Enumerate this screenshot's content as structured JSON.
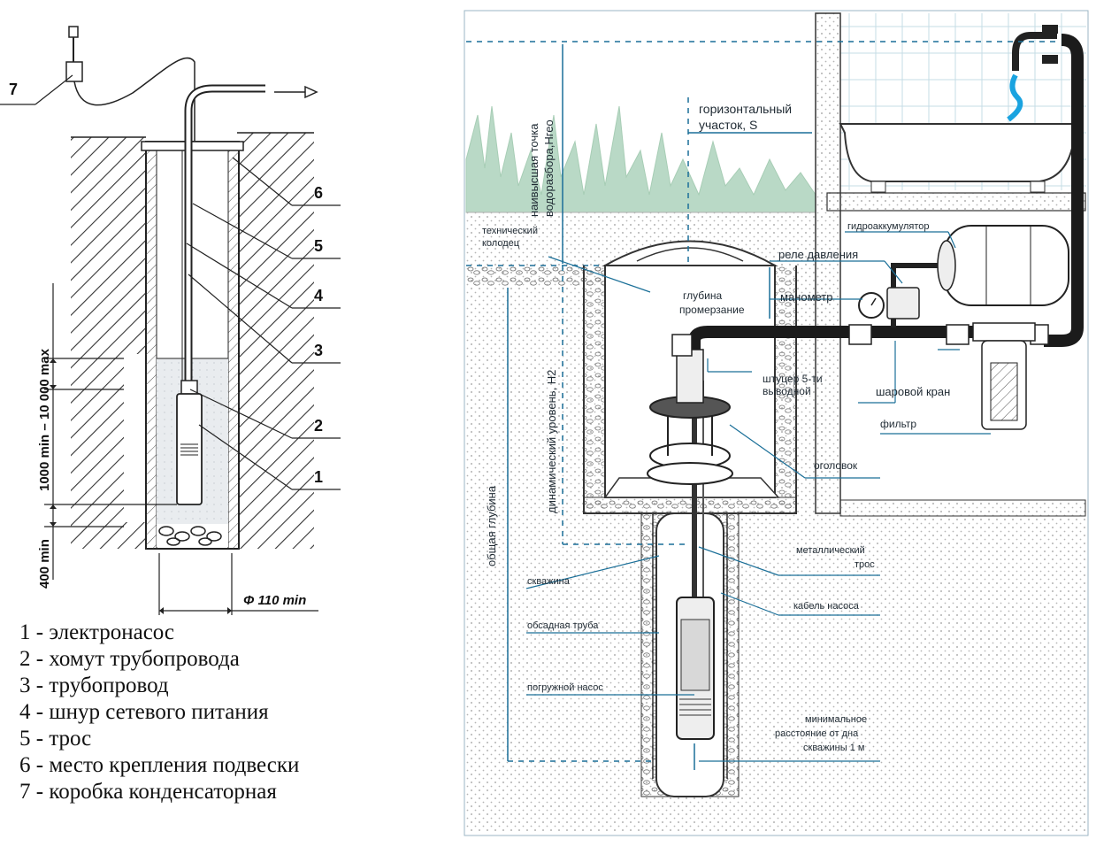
{
  "left": {
    "callouts": [
      "7",
      "6",
      "5",
      "4",
      "3",
      "2",
      "1"
    ],
    "dim_water_column": "1000 min – 10 000 max",
    "dim_bottom": "400 min",
    "dim_diameter": "Φ 110 min",
    "legend": [
      "1 - электронасос",
      "2 - хомут трубопровода",
      "3 - трубопровод",
      "4 - шнур сетевого питания",
      "5 - трос",
      "6 - место крепления подвески",
      "7 - коробка конденсаторная"
    ]
  },
  "right": {
    "labels": {
      "highest_point": "наивысшая точка",
      "highest_point_2": "водоразбора,Hгео",
      "horizontal": "горизонтальный",
      "horizontal_2": "участок, S",
      "tech_well": "технический",
      "tech_well_2": "колодец",
      "freeze": "глубина",
      "freeze_2": "промерзание",
      "accumulator": "гидроаккумулятор",
      "relay": "реле давления",
      "manometer": "манометр",
      "fitting": "штуцер 5-ти",
      "fitting_2": "выводной",
      "ball_valve": "шаровой кран",
      "filter": "фильтр",
      "head": "оголовок",
      "dynamic": "динамический уровень, H2",
      "total_depth": "общая глубина",
      "metal_rope": "металлический",
      "metal_rope_2": "трос",
      "well": "скважина",
      "pump_cable": "кабель насоса",
      "casing": "обсадная труба",
      "sub_pump": "погружной насос",
      "min_dist": "минимальное",
      "min_dist_2": "расстояние от дна",
      "min_dist_3": "скважины 1 м"
    }
  }
}
